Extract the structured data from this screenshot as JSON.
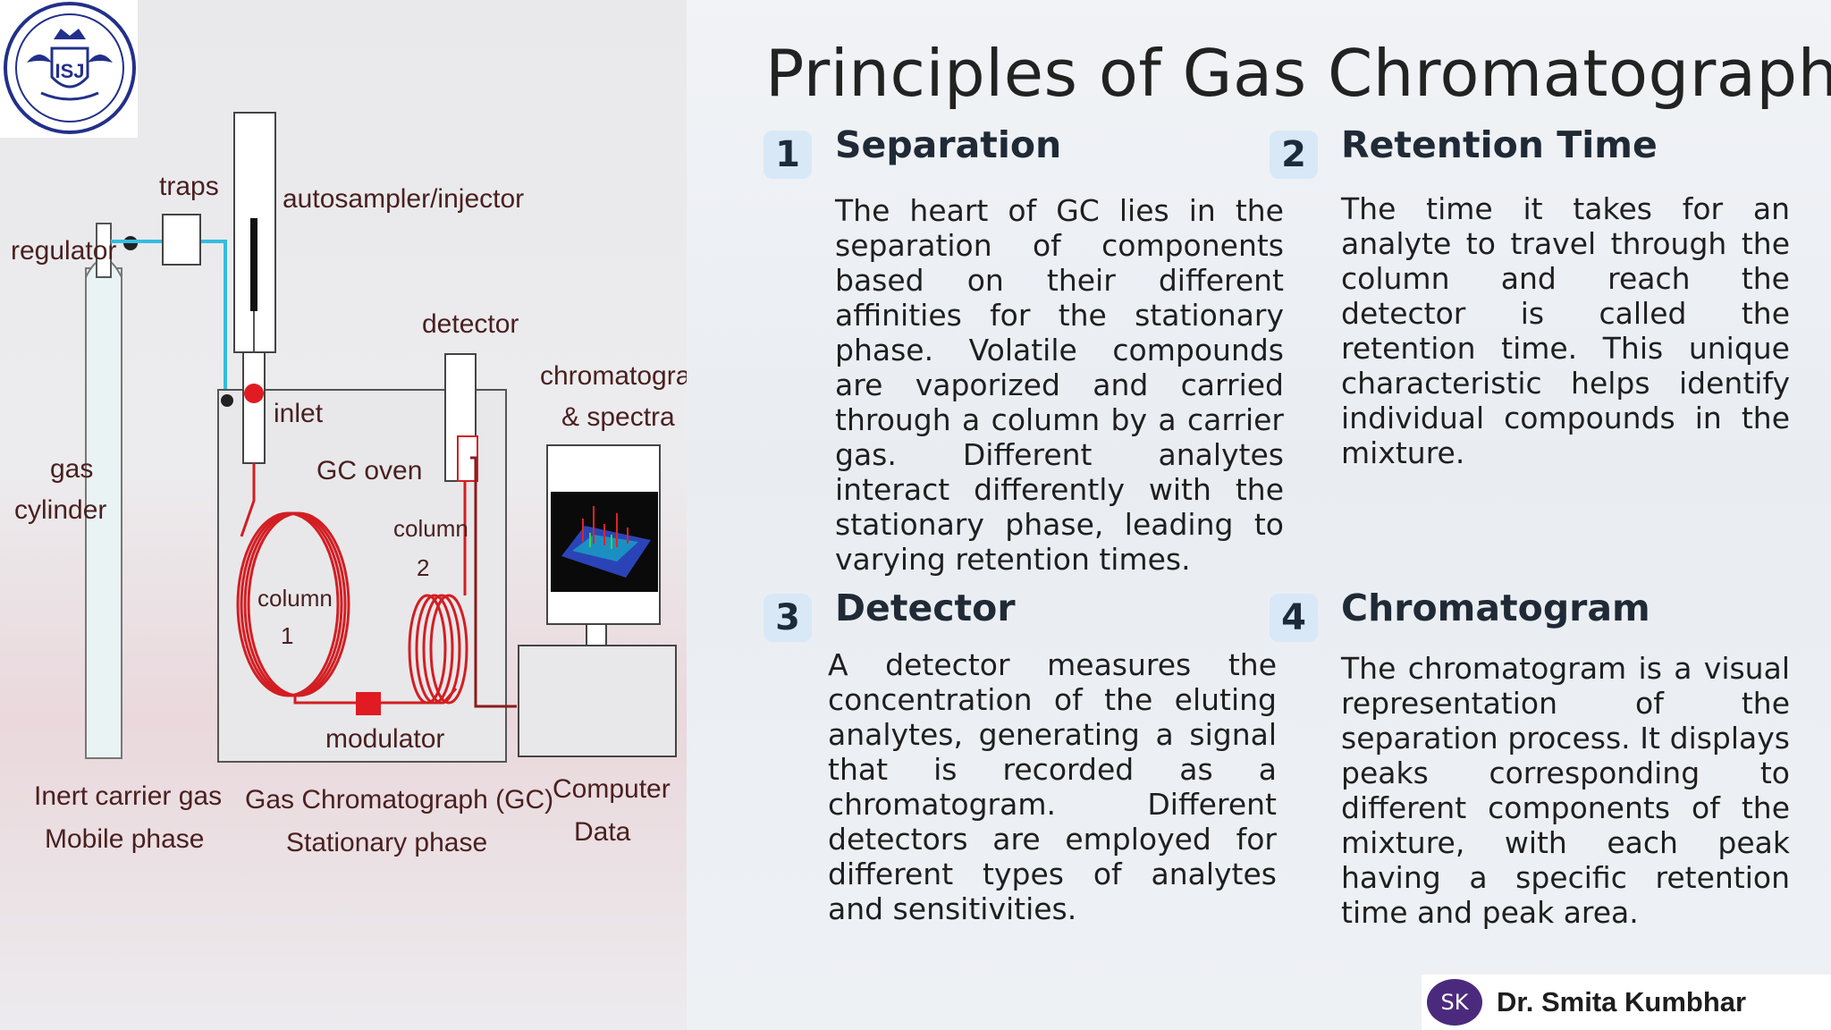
{
  "slide": {
    "title": "Principles of Gas Chromatography",
    "author": "Dr. Smita Kumbhar",
    "author_initials": "SK",
    "logo_text": "ISJ",
    "accent_color": "#d8e8f6",
    "tubing_color": "#d21e23",
    "gas_line_color": "#33bde0"
  },
  "diagram": {
    "traps": "traps",
    "regulator": "regulator",
    "autosampler": "autosampler/injector",
    "detector": "detector",
    "chromatogram_line1": "chromatogram",
    "chromatogram_line2": "& spectra",
    "inlet": "inlet",
    "gc_oven": "GC oven",
    "gas": "gas",
    "cylinder": "cylinder",
    "column2_line1": "column",
    "column2_line2": "2",
    "column1_line1": "column",
    "column1_line2": "1",
    "modulator": "modulator",
    "inert_line1": "Inert carrier gas",
    "inert_line2": "Mobile phase",
    "gc_line1": "Gas Chromatograph (GC)",
    "gc_line2": "Stationary phase",
    "computer_line1": "Computer",
    "computer_line2": "Data"
  },
  "cards": [
    {
      "number": "1",
      "title": "Separation",
      "body": "The heart of GC lies in the separation of components based on their different affinities for the stationary phase. Volatile compounds are vaporized and carried through a column by a carrier gas. Different analytes interact differently with the stationary phase, leading to varying retention times."
    },
    {
      "number": "2",
      "title": "Retention Time",
      "body": "The time it takes for an analyte to travel through the column and reach the detector is called the retention time. This unique characteristic helps identify individual compounds in the mixture."
    },
    {
      "number": "3",
      "title": "Detector",
      "body": "A detector measures the concentration of the eluting analytes, generating a signal that is recorded as a chromatogram. Different detectors are employed for different types of analytes and sensitivities."
    },
    {
      "number": "4",
      "title": "Chromatogram",
      "body": "The chromatogram is a visual representation of the separation process. It displays peaks corresponding to different components of the mixture, with each peak having a specific retention time and peak area."
    }
  ]
}
